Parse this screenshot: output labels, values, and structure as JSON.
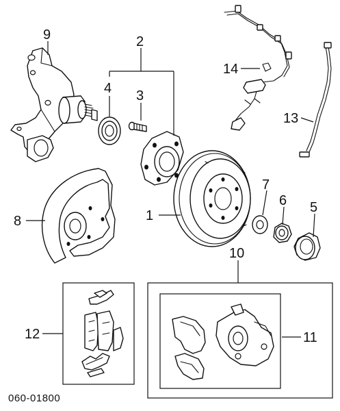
{
  "diagram": {
    "part_code": "060-01800",
    "callouts": {
      "disc": "1",
      "hub": "2",
      "hub_bolt": "3",
      "bearing": "4",
      "dust_cap": "5",
      "nut": "6",
      "washer": "7",
      "dust_shield": "8",
      "knuckle": "9",
      "caliper_group": "10",
      "caliper": "11",
      "pad_kit": "12",
      "brake_hose": "13",
      "abs_sensor": "14"
    }
  }
}
